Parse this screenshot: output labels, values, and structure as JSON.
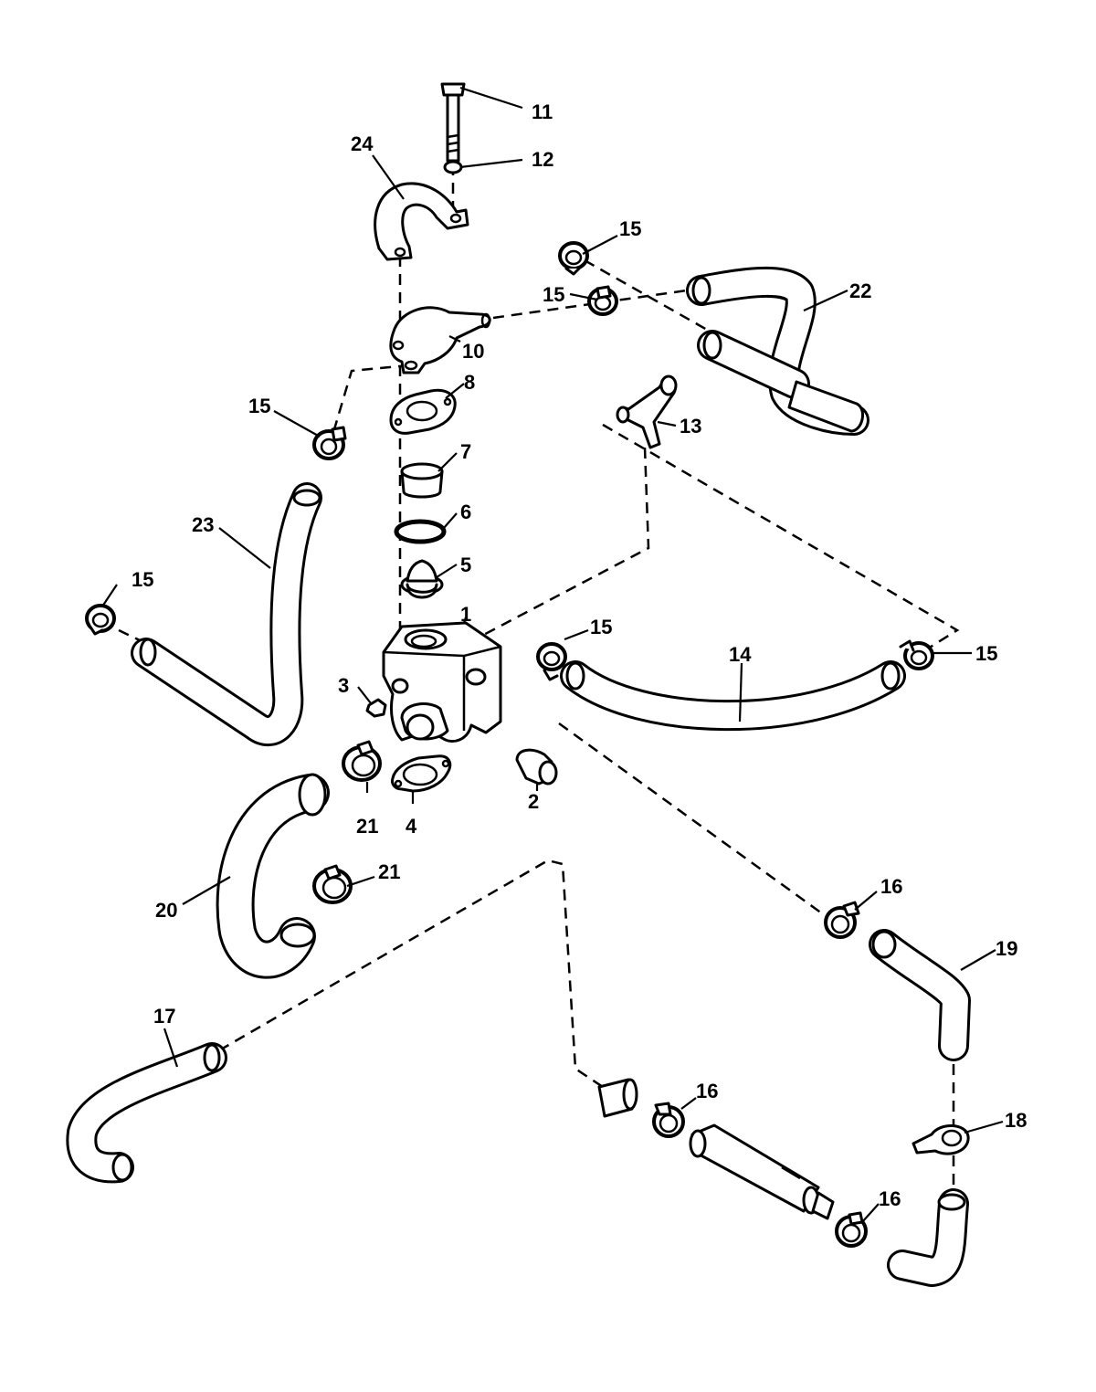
{
  "diagram": {
    "callouts": [
      {
        "id": "c11",
        "text": "11"
      },
      {
        "id": "c12",
        "text": "12"
      },
      {
        "id": "c24",
        "text": "24"
      },
      {
        "id": "c15a",
        "text": "15"
      },
      {
        "id": "c15b",
        "text": "15"
      },
      {
        "id": "c22",
        "text": "22"
      },
      {
        "id": "c10",
        "text": "10"
      },
      {
        "id": "c8",
        "text": "8"
      },
      {
        "id": "c13",
        "text": "13"
      },
      {
        "id": "c15c",
        "text": "15"
      },
      {
        "id": "c7",
        "text": "7"
      },
      {
        "id": "c6",
        "text": "6"
      },
      {
        "id": "c23",
        "text": "23"
      },
      {
        "id": "c5",
        "text": "5"
      },
      {
        "id": "c15d",
        "text": "15"
      },
      {
        "id": "c1",
        "text": "1"
      },
      {
        "id": "c15e",
        "text": "15"
      },
      {
        "id": "c14",
        "text": "14"
      },
      {
        "id": "c15f",
        "text": "15"
      },
      {
        "id": "c3",
        "text": "3"
      },
      {
        "id": "c2",
        "text": "2"
      },
      {
        "id": "c21a",
        "text": "21"
      },
      {
        "id": "c4",
        "text": "4"
      },
      {
        "id": "c21b",
        "text": "21"
      },
      {
        "id": "c20",
        "text": "20"
      },
      {
        "id": "c16a",
        "text": "16"
      },
      {
        "id": "c19",
        "text": "19"
      },
      {
        "id": "c17",
        "text": "17"
      },
      {
        "id": "c16b",
        "text": "16"
      },
      {
        "id": "c18",
        "text": "18"
      },
      {
        "id": "c16c",
        "text": "16"
      }
    ]
  }
}
